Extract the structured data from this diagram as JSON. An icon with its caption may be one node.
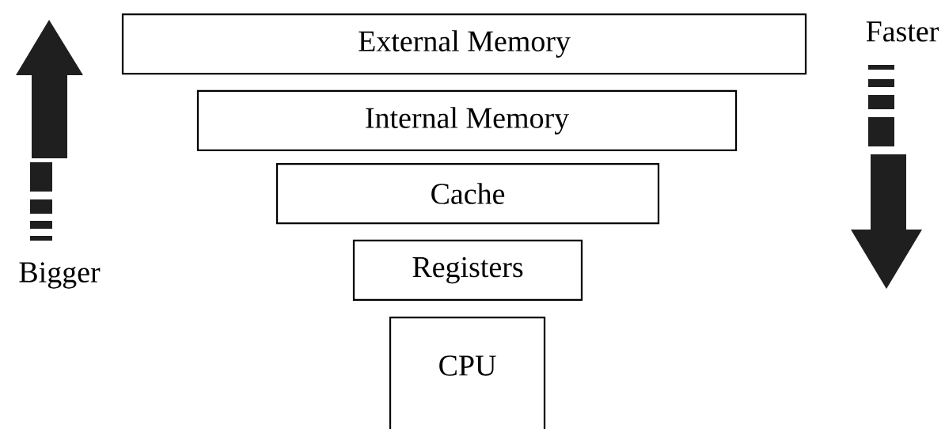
{
  "diagram": {
    "nodes": [
      {
        "text": [
          "External Memory"
        ]
      },
      {
        "text": [
          "Internal Memory"
        ]
      },
      {
        "text": [
          "Cache"
        ]
      },
      {
        "text": [
          "Registers"
        ]
      },
      {
        "text": [
          "CPU"
        ]
      }
    ],
    "labels": [
      "Bigger",
      "Faster"
    ]
  }
}
